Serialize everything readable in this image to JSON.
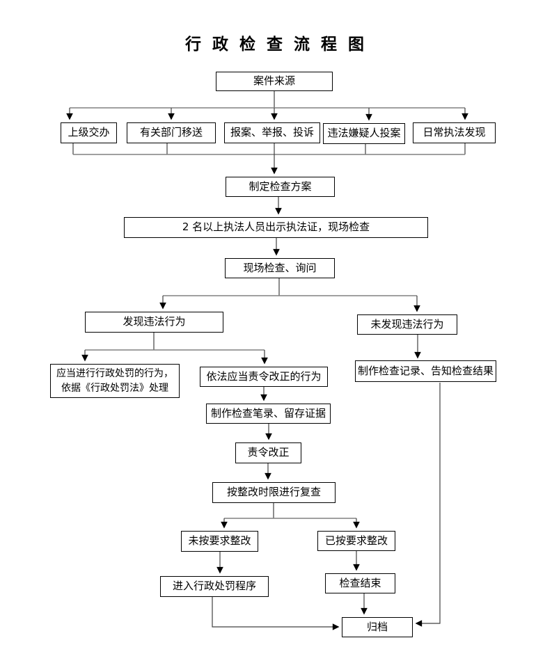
{
  "title": "行 政 检 查 流 程 图",
  "nodes": {
    "case_source": "案件来源",
    "superior": "上级交办",
    "dept": "有关部门移送",
    "report": "报案、举报、投诉",
    "suspect": "违法嫌疑人投案",
    "daily": "日常执法发现",
    "plan": "制定检查方案",
    "credentials": "2 名以上执法人员出示执法证，现场检查",
    "onsite": "现场检查、询问",
    "found": "发现违法行为",
    "not_found": "未发现违法行为",
    "punish_act": "应当进行行政处罚的行为，\n依据《行政处罚法》处理",
    "correct_act": "依法应当责令改正的行为",
    "record": "制作检查记录、告知检查结果",
    "notes": "制作检查笔录、留存证据",
    "order": "责令改正",
    "review": "按整改时限进行复查",
    "not_rectified": "未按要求整改",
    "rectified": "已按要求整改",
    "procedure": "进入行政处罚程序",
    "end": "检查结束",
    "archive": "归档"
  },
  "edges": [
    [
      "case_source",
      "superior"
    ],
    [
      "case_source",
      "dept"
    ],
    [
      "case_source",
      "report"
    ],
    [
      "case_source",
      "suspect"
    ],
    [
      "case_source",
      "daily"
    ],
    [
      "superior",
      "plan"
    ],
    [
      "dept",
      "plan"
    ],
    [
      "report",
      "plan"
    ],
    [
      "suspect",
      "plan"
    ],
    [
      "daily",
      "plan"
    ],
    [
      "plan",
      "credentials"
    ],
    [
      "credentials",
      "onsite"
    ],
    [
      "onsite",
      "found"
    ],
    [
      "onsite",
      "not_found"
    ],
    [
      "found",
      "punish_act"
    ],
    [
      "found",
      "correct_act"
    ],
    [
      "not_found",
      "record"
    ],
    [
      "correct_act",
      "notes"
    ],
    [
      "notes",
      "order"
    ],
    [
      "order",
      "review"
    ],
    [
      "review",
      "not_rectified"
    ],
    [
      "review",
      "rectified"
    ],
    [
      "not_rectified",
      "procedure"
    ],
    [
      "rectified",
      "end"
    ],
    [
      "procedure",
      "archive"
    ],
    [
      "end",
      "archive"
    ],
    [
      "record",
      "archive"
    ]
  ],
  "colors": {
    "border": "#000000",
    "line": "#404040",
    "fan_line": "#808080",
    "text": "#000000",
    "background": "#ffffff"
  }
}
